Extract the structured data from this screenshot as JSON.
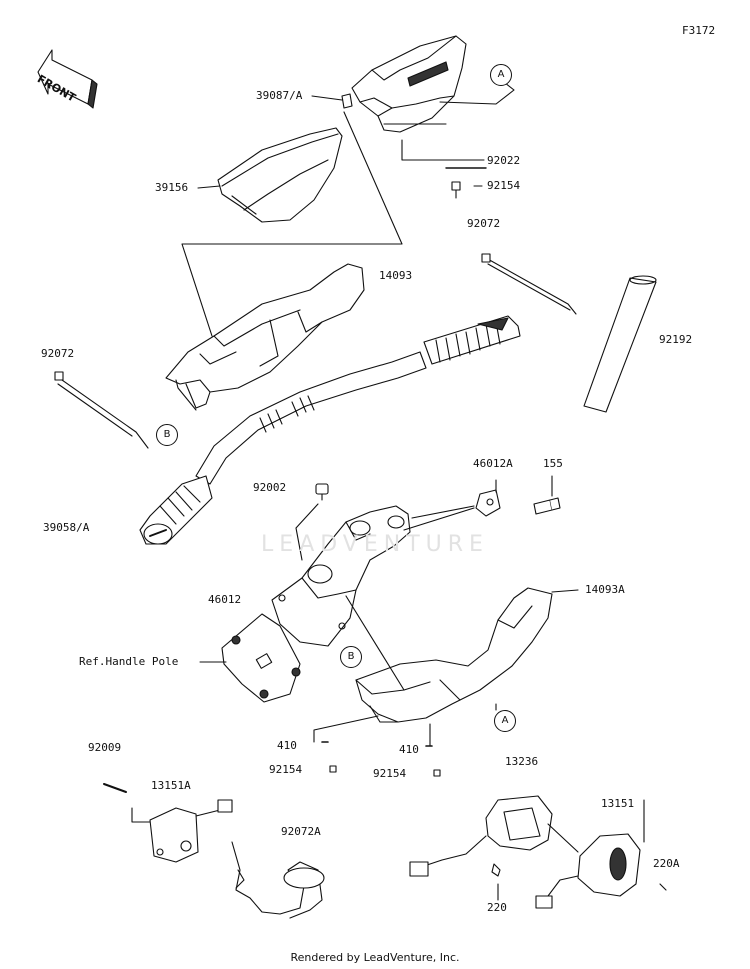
{
  "page_id": "F3172",
  "front_arrow": "FRONT",
  "watermark": "LEADVENTURE",
  "footer": "Rendered by LeadVenture, Inc.",
  "callouts": {
    "a": "A",
    "b": "B"
  },
  "parts": {
    "p39087a": "39087/A",
    "p92022": "92022",
    "p92154_top": "92154",
    "p39156": "39156",
    "p92072_right": "92072",
    "p14093": "14093",
    "p92072_left": "92072",
    "p92192": "92192",
    "p92002": "92002",
    "p46012a": "46012A",
    "p155": "155",
    "p39058a": "39058/A",
    "p46012": "46012",
    "p14093a": "14093A",
    "ref_handle_pole": "Ref.Handle Pole",
    "p410_left": "410",
    "p410_right": "410",
    "p92154_left": "92154",
    "p92154_right": "92154",
    "p92009": "92009",
    "p13151a": "13151A",
    "p13236": "13236",
    "p13151": "13151",
    "p92072a": "92072A",
    "p220a": "220A",
    "p220": "220"
  },
  "colors": {
    "line": "#111111",
    "shade": "#333333",
    "watermark": "#e2e2e2"
  }
}
